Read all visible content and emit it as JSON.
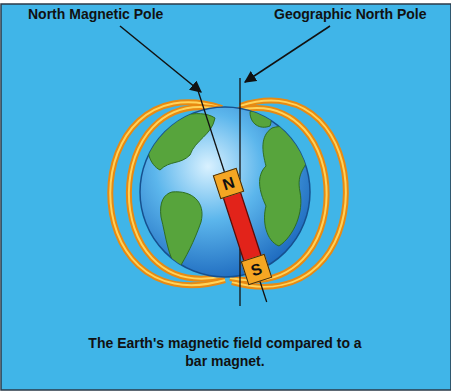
{
  "diagram": {
    "caption": "The Earth's magnetic field compared to a bar magnet.",
    "nodes": [
      {
        "text": [
          "N"
        ]
      },
      {
        "text": [
          "S"
        ]
      }
    ],
    "labels": [
      "North Magnetic Pole",
      "Geographic North Pole"
    ]
  }
}
